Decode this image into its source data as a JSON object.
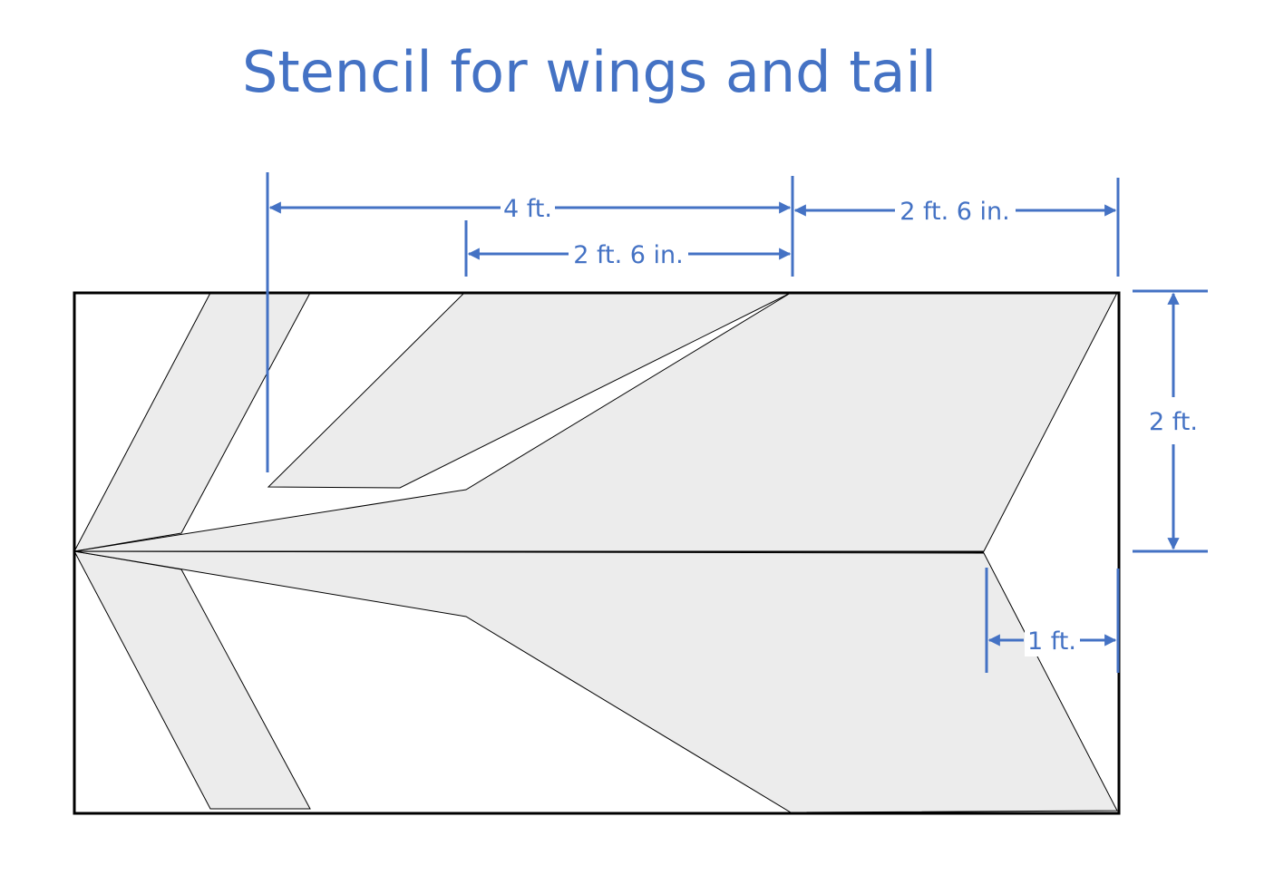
{
  "title": "Stencil for wings and tail",
  "colors": {
    "dimension": "#4472c4",
    "fill": "#ececec",
    "outline": "#000000",
    "background": "#ffffff"
  },
  "dimensions": {
    "top_span": "4 ft.",
    "inner_span": "2 ft. 6 in.",
    "right_span": "2 ft. 6 in.",
    "height": "2 ft.",
    "tail_gap": "1 ft."
  }
}
